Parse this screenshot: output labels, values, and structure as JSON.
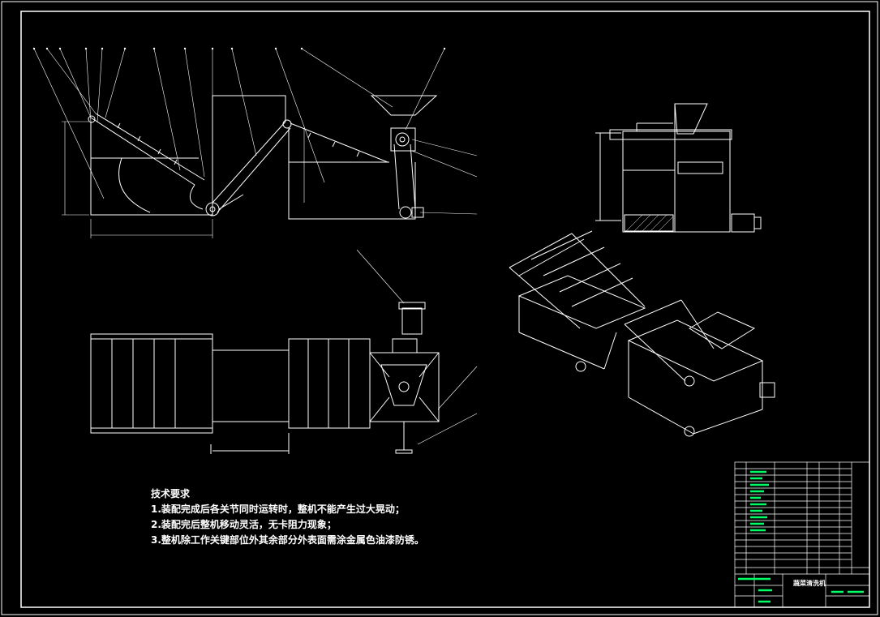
{
  "drawing": {
    "tech_requirements": {
      "heading": "技术要求",
      "items": [
        "1.装配完成后各关节同时运转时，整机不能产生过大晃动；",
        "2.装配完后整机移动灵活，无卡阻力现象；",
        "3.整机除工作关键部位外其余部分外表面需涂金属色油漆防锈。"
      ]
    },
    "title_block": {
      "drawing_title": "蔬菜清洗机"
    },
    "colors": {
      "background": "#000000",
      "outline": "#ffffff",
      "dimension": "#ffffff",
      "table_text": "#00ff66"
    }
  }
}
